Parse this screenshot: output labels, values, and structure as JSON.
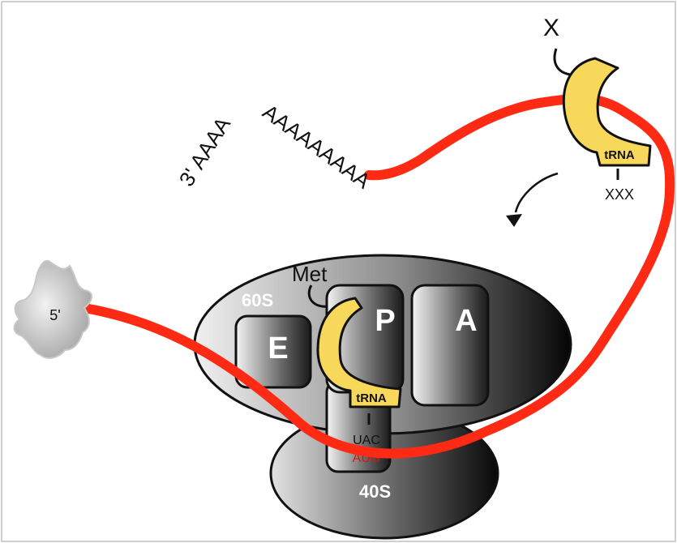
{
  "diagram": {
    "labels": {
      "poly_a_start": "3' AAAA",
      "poly_a_tail": "AAAAAAAAA",
      "five_prime": "5'",
      "large_subunit": "60S",
      "small_subunit": "40S",
      "site_e": "E",
      "site_p": "P",
      "site_a": "A",
      "amino_acid_met": "Met",
      "amino_acid_x": "X",
      "trna_p": "tRNA",
      "trna_incoming": "tRNA",
      "anticodon_p": "UAC",
      "codon_start": "AUG",
      "anticodon_incoming": "XXX"
    },
    "colors": {
      "mrna": "#ff2a14",
      "trna_fill": "#f7d85a",
      "outline": "#111111",
      "ribosome_dark": "#0a0a0a",
      "ribosome_light": "#e6e6e6",
      "cap": "#c8c8c8",
      "codon_text": "#d8140a"
    }
  }
}
